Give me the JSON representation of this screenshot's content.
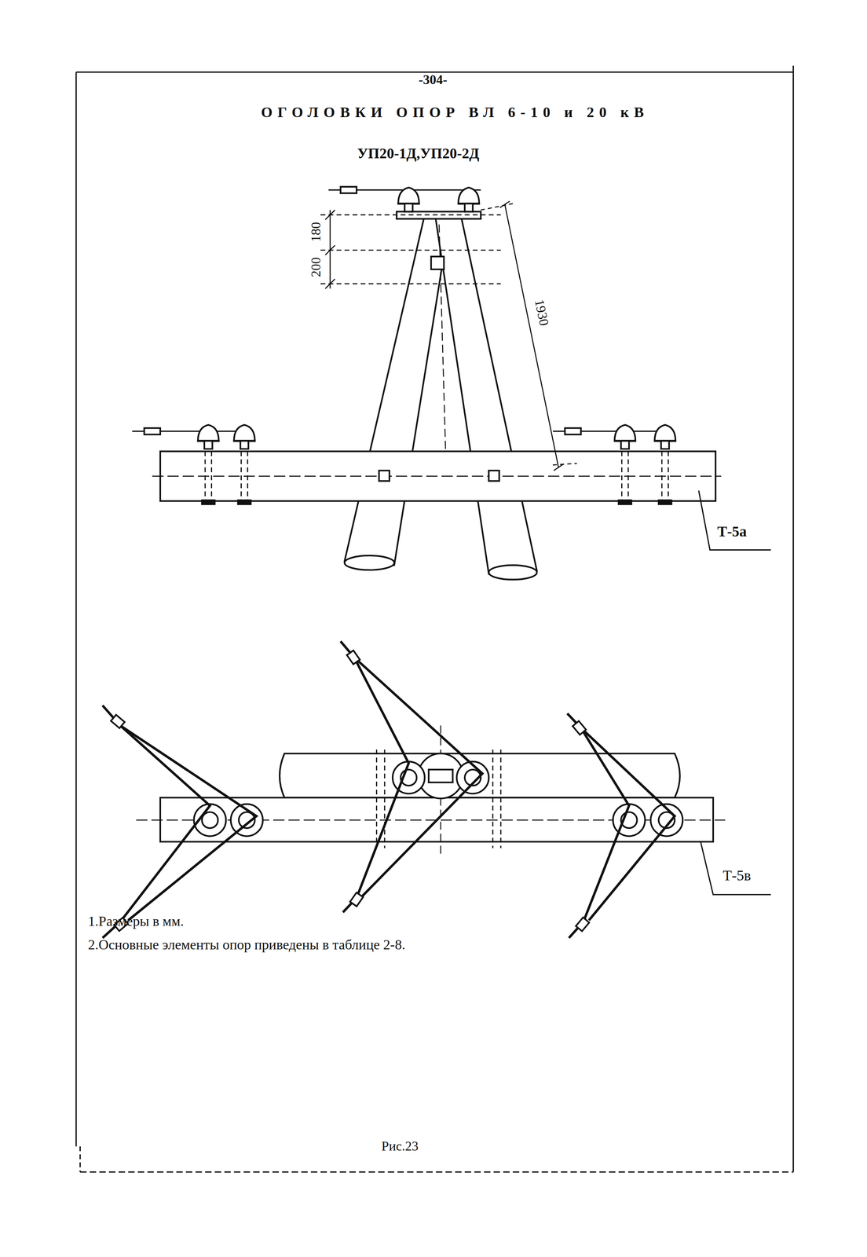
{
  "diagram": {
    "title": "ОГОЛОВКИ ОПОР ВЛ 6-10 и 20 кВ",
    "caption": "Рис.23",
    "labels": [
      "-304-",
      "УП20-1Д,УП20-2Д",
      "180",
      "200",
      "1930",
      "Т-5а",
      "Т-5в",
      "1.Размеры в мм.",
      "2.Основные элементы опор приведены в таблице 2-8."
    ]
  }
}
